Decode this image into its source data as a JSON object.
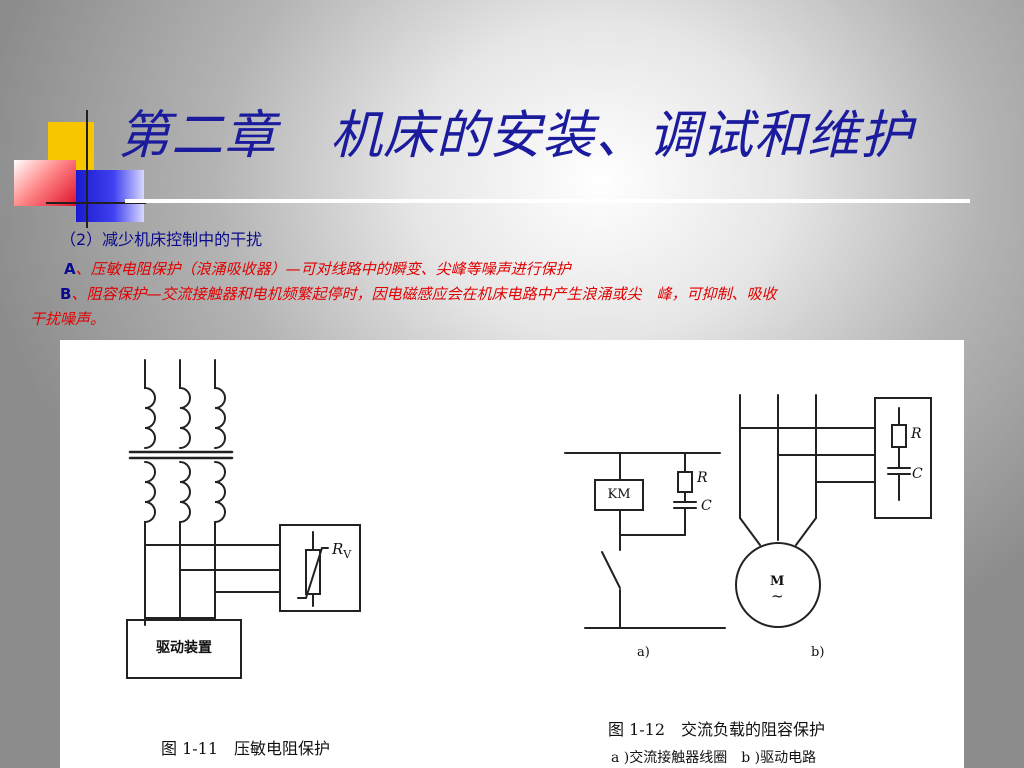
{
  "title": "第二章　机床的安装、调试和维护",
  "subheading": "（2）减少机床控制中的干扰",
  "items": [
    {
      "marker": "A",
      "sep": "、",
      "text": "压敏电阻保护（浪涌吸收器）—可对线路中的瞬变、尖峰等噪声进行保护"
    },
    {
      "marker": "B",
      "sep": "、",
      "text": "阻容保护—交流接触器和电机频繁起停时，因电磁感应会在机床电路中产生浪涌或尖　峰，可抑制、吸收",
      "continuation": "干扰噪声。"
    }
  ],
  "colors": {
    "title": "#1b1b9e",
    "marker": "#0a0a8c",
    "body_red": "#e00000",
    "figure_bg": "#ffffff"
  },
  "figure": {
    "left": {
      "drive_label": "驱动装置",
      "rv_label": "R",
      "rv_sub": "V",
      "caption": "图 1-11　压敏电阻保护"
    },
    "right": {
      "km_label": "KM",
      "r_label_a": "R",
      "c_label_a": "C",
      "r_label_b": "R",
      "c_label_b": "C",
      "motor_label": "M",
      "motor_symbol": "~",
      "sub_a": "a)",
      "sub_b": "b)",
      "caption": "图 1-12　交流负载的阻容保护",
      "caption_sub": "a )交流接触器线圈　b )驱动电路"
    }
  }
}
